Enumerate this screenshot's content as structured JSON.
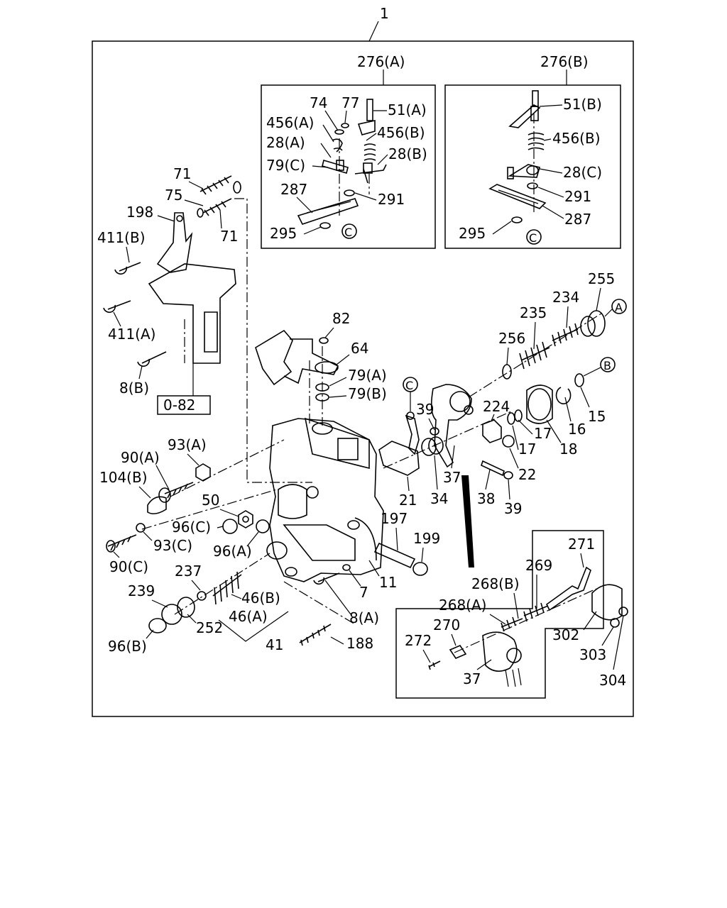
{
  "title_number": "1",
  "subassy_a": {
    "title": "276(A)",
    "labels": [
      "74",
      "77",
      "51(A)",
      "456(A)",
      "456(B)",
      "28(A)",
      "28(B)",
      "79(C)",
      "287",
      "291",
      "295"
    ],
    "circle": "C"
  },
  "subassy_b": {
    "title": "276(B)",
    "labels": [
      "51(B)",
      "456(B)",
      "28(C)",
      "291",
      "287",
      "295"
    ],
    "circle": "C"
  },
  "bracket": {
    "labels": [
      "71",
      "75",
      "198",
      "71",
      "411(B)",
      "411(A)",
      "8(B)"
    ],
    "ref_box": "0-82"
  },
  "main": {
    "labels": [
      "82",
      "64",
      "79(A)",
      "79(B)",
      "255",
      "234",
      "235",
      "256",
      "39",
      "224",
      "17",
      "18",
      "16",
      "15",
      "17",
      "22",
      "21",
      "34",
      "37",
      "38",
      "39",
      "93(A)",
      "90(A)",
      "104(B)",
      "50",
      "96(C)",
      "96(A)",
      "93(C)",
      "90(C)",
      "237",
      "46(B)",
      "46(A)",
      "239",
      "252",
      "96(B)",
      "41",
      "188",
      "8(A)",
      "7",
      "11",
      "197",
      "199"
    ],
    "circles": [
      "A",
      "B",
      "C"
    ]
  },
  "lever_inset": {
    "labels": [
      "271",
      "269",
      "268(B)",
      "268(A)",
      "270",
      "272",
      "37",
      "302",
      "303",
      "304"
    ]
  }
}
